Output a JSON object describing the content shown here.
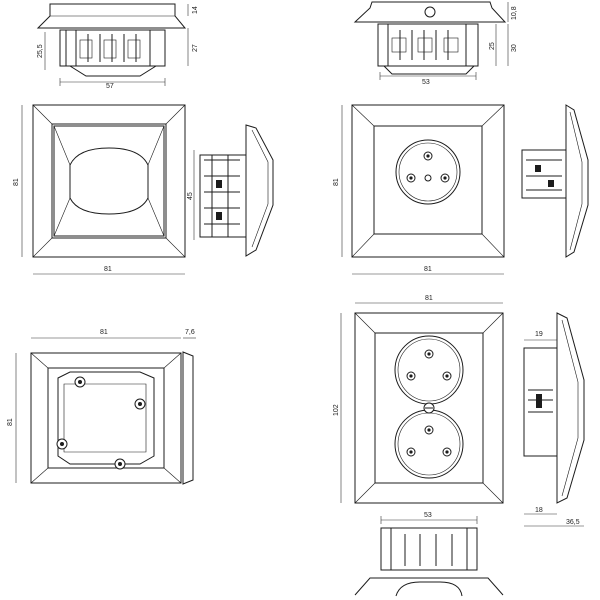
{
  "drawing": {
    "switch_module": {
      "top_view": {
        "width_label": "57",
        "height_label_a": "14",
        "height_label_b": "25,5",
        "height_label_c": "27"
      },
      "front_view": {
        "width_label": "81",
        "height_label": "81"
      },
      "side_view": {
        "depth_label": "45"
      }
    },
    "single_socket": {
      "top_view": {
        "width_label": "53",
        "height_label_a": "10,8",
        "height_label_b": "25",
        "height_label_c": "30"
      },
      "front_view": {
        "width_label": "81",
        "height_label": "81"
      }
    },
    "frame": {
      "front_view": {
        "width_label": "81",
        "height_label": "81"
      },
      "side_view": {
        "depth_label": "7,6"
      }
    },
    "double_socket": {
      "front_view": {
        "width_label": "81",
        "height_label": "102"
      },
      "side_view": {
        "label_a": "19",
        "label_b": "18",
        "label_c": "36,5"
      },
      "bottom_view": {
        "width_label": "53"
      }
    }
  }
}
